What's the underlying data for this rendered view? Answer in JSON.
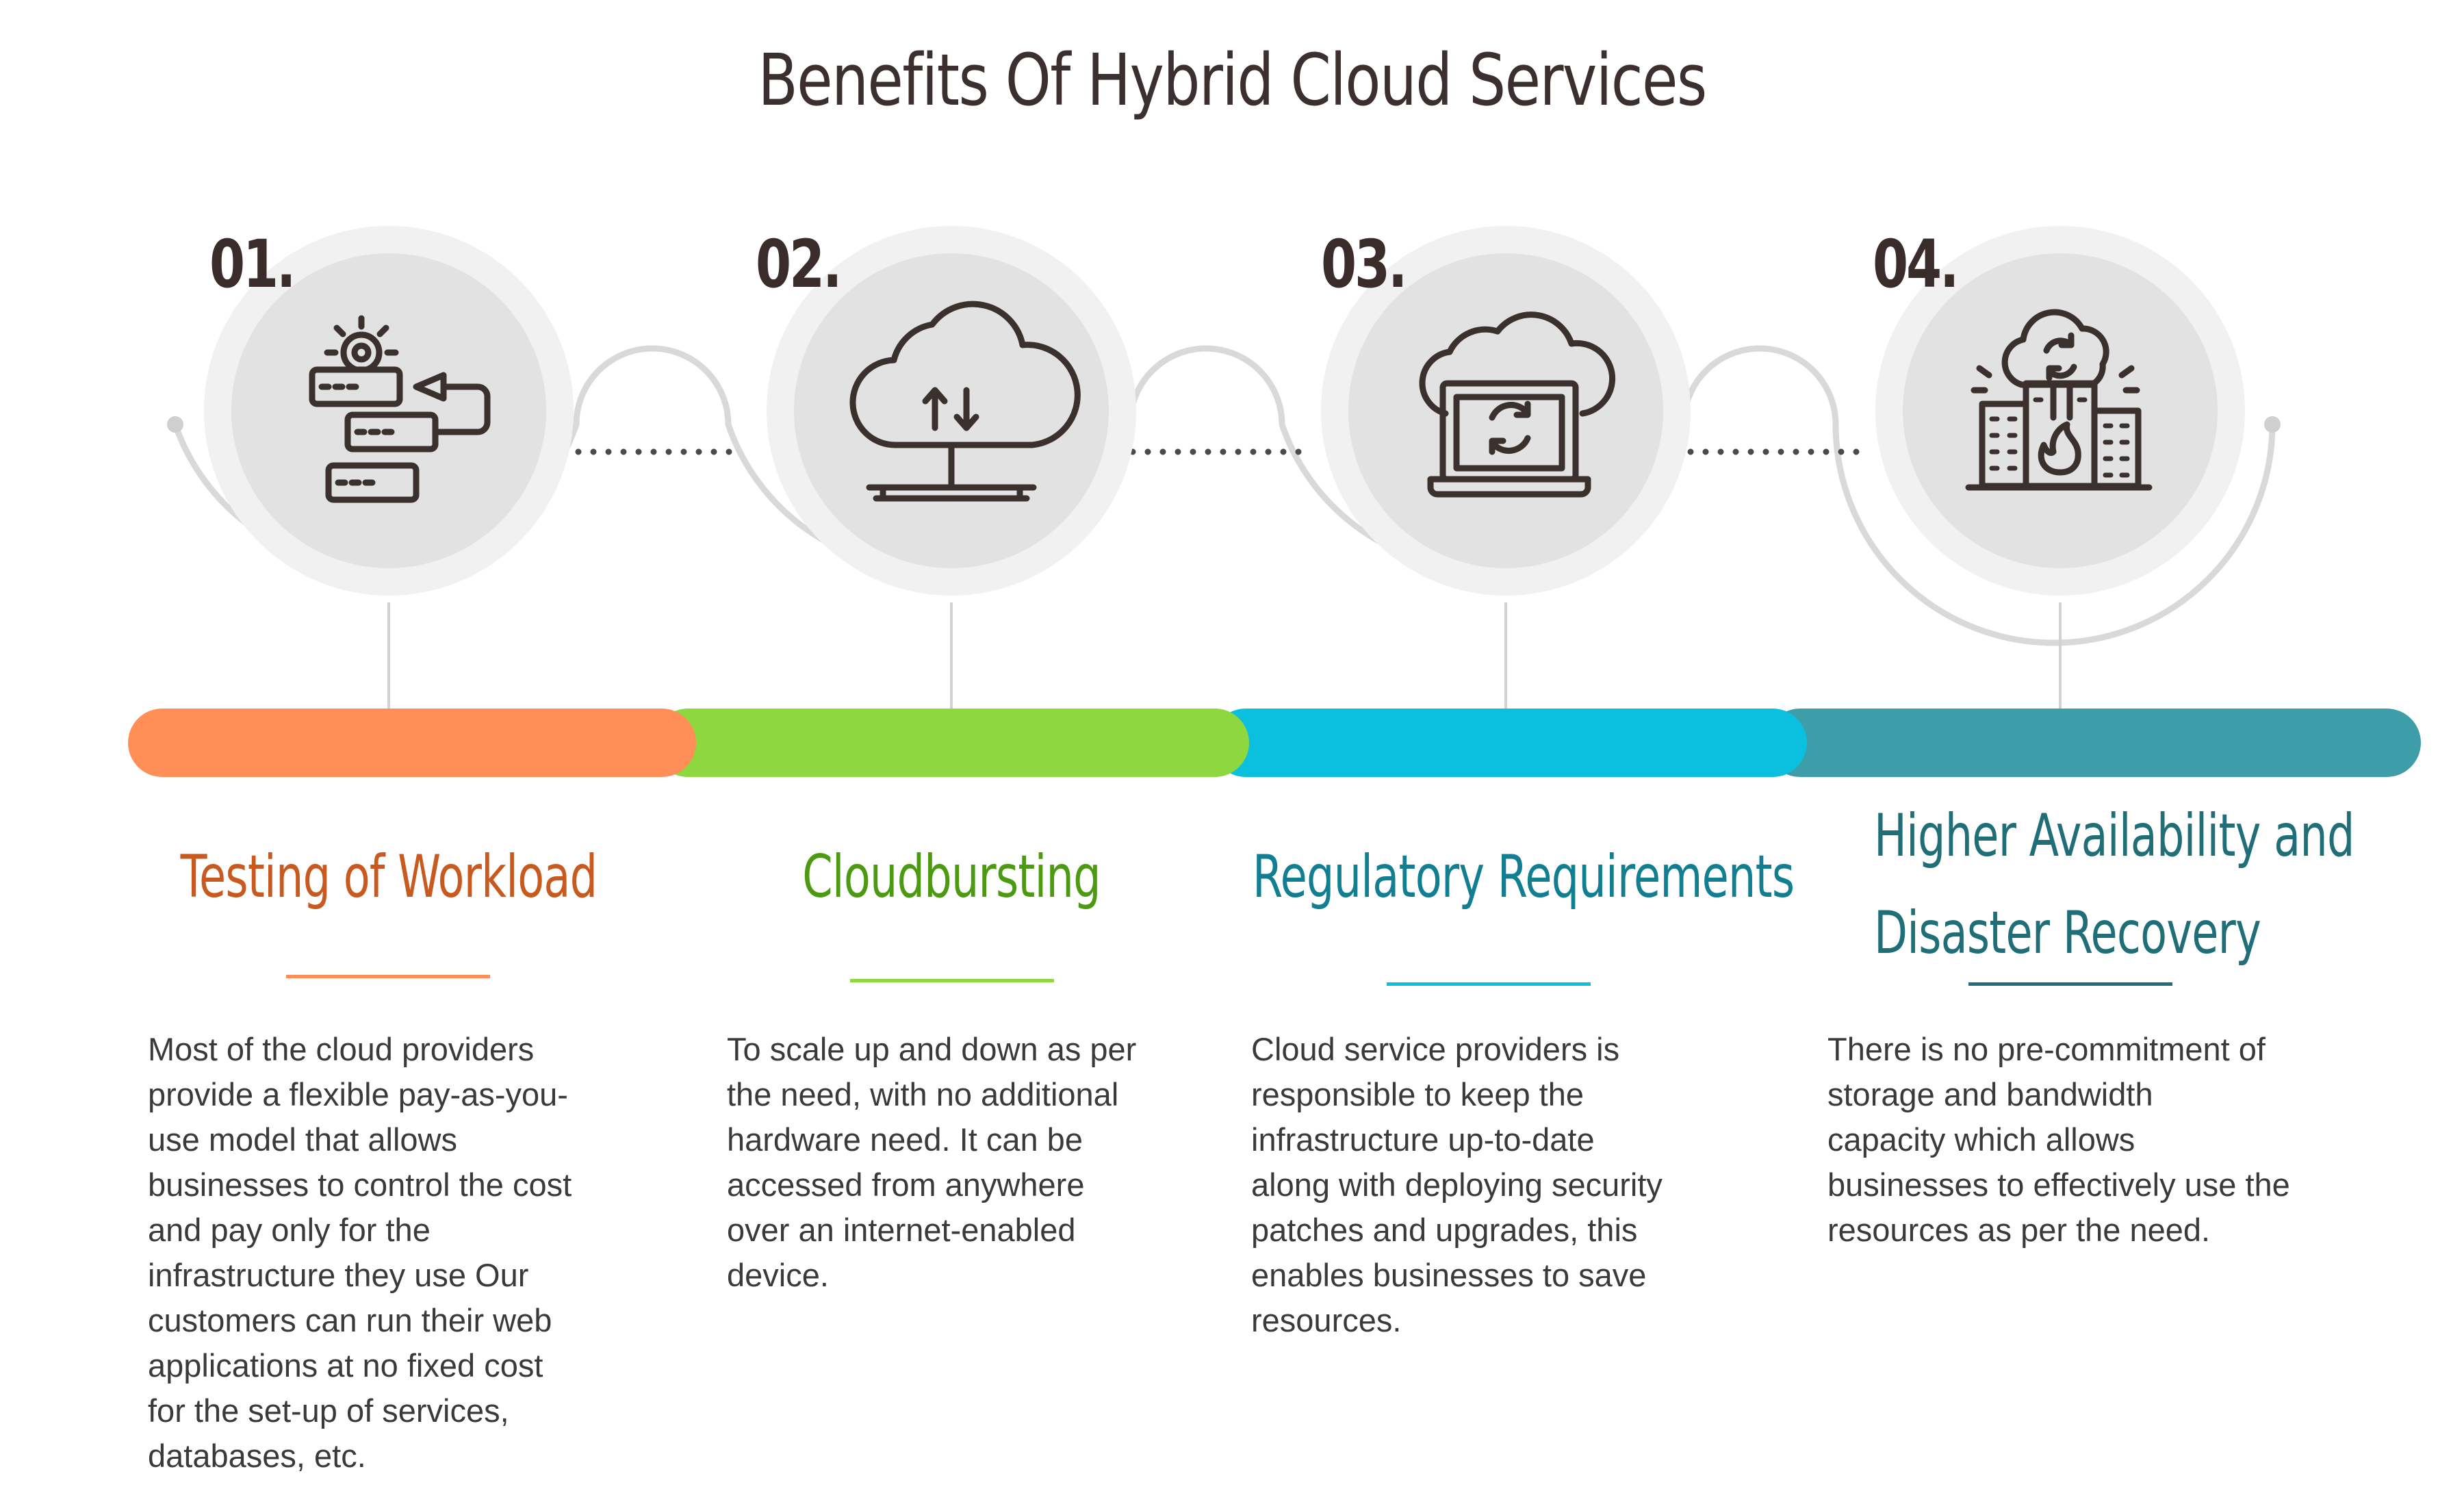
{
  "title": "Benefits Of Hybrid Cloud Services",
  "colors": {
    "orange": "#ff8f56",
    "green": "#8dd73f",
    "cyan": "#0bbfdf",
    "teal": "#3d9da9",
    "heading_orange": "#c85a20",
    "heading_green": "#4c9a12",
    "heading_cyan": "#117e92",
    "heading_teal": "#1f6e78"
  },
  "steps": [
    {
      "number": "01.",
      "icon": "workload-process-icon",
      "heading": "Testing of Workload",
      "body": "Most of the cloud providers\nprovide a flexible pay-as-you-\nuse model that allows\nbusinesses to control the cost\nand pay only for the\ninfrastructure they use Our\ncustomers can run their web\napplications at no fixed cost\nfor the set-up of services,\ndatabases, etc."
    },
    {
      "number": "02.",
      "icon": "cloud-transfer-icon",
      "heading": "Cloudbursting",
      "body": "To scale up and down as per\nthe need, with no additional\nhardware need. It can be\naccessed from anywhere\nover an internet-enabled\ndevice."
    },
    {
      "number": "03.",
      "icon": "cloud-laptop-sync-icon",
      "heading": "Regulatory Requirements",
      "body": "Cloud service providers is\nresponsible to keep the\ninfrastructure up-to-date\nalong with deploying security\npatches and upgrades, this\nenables businesses to save\nresources."
    },
    {
      "number": "04.",
      "icon": "disaster-recovery-icon",
      "heading_line1": "Higher Availability and",
      "heading_line2": "Disaster Recovery",
      "body": "There is no pre-commitment of\nstorage and bandwidth\ncapacity which allows\nbusinesses to effectively use the\nresources as per the need."
    }
  ]
}
